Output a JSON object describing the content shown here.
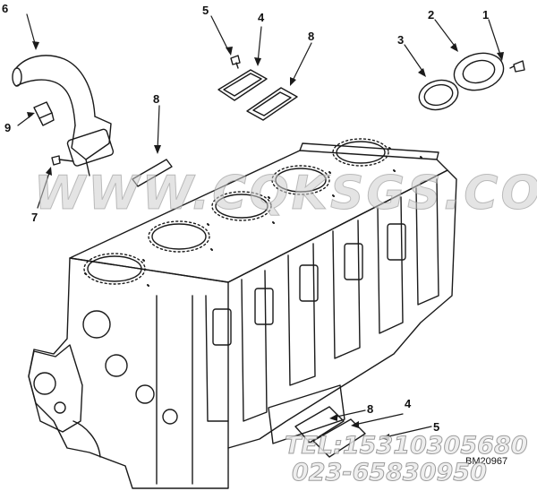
{
  "callouts": {
    "c6": "6",
    "c5_top": "5",
    "c4_top": "4",
    "c8_top": "8",
    "c2": "2",
    "c1": "1",
    "c3": "3",
    "c8_mid": "8",
    "c9": "9",
    "c7": "7",
    "c8_bottom": "8",
    "c4_bottom": "4",
    "c5_bottom": "5"
  },
  "watermark": {
    "text": "WWW.CQKSGS.COM",
    "tel": "TEL:15310305680",
    "phone": "023-65830950"
  },
  "drawing_code": "BM20967"
}
